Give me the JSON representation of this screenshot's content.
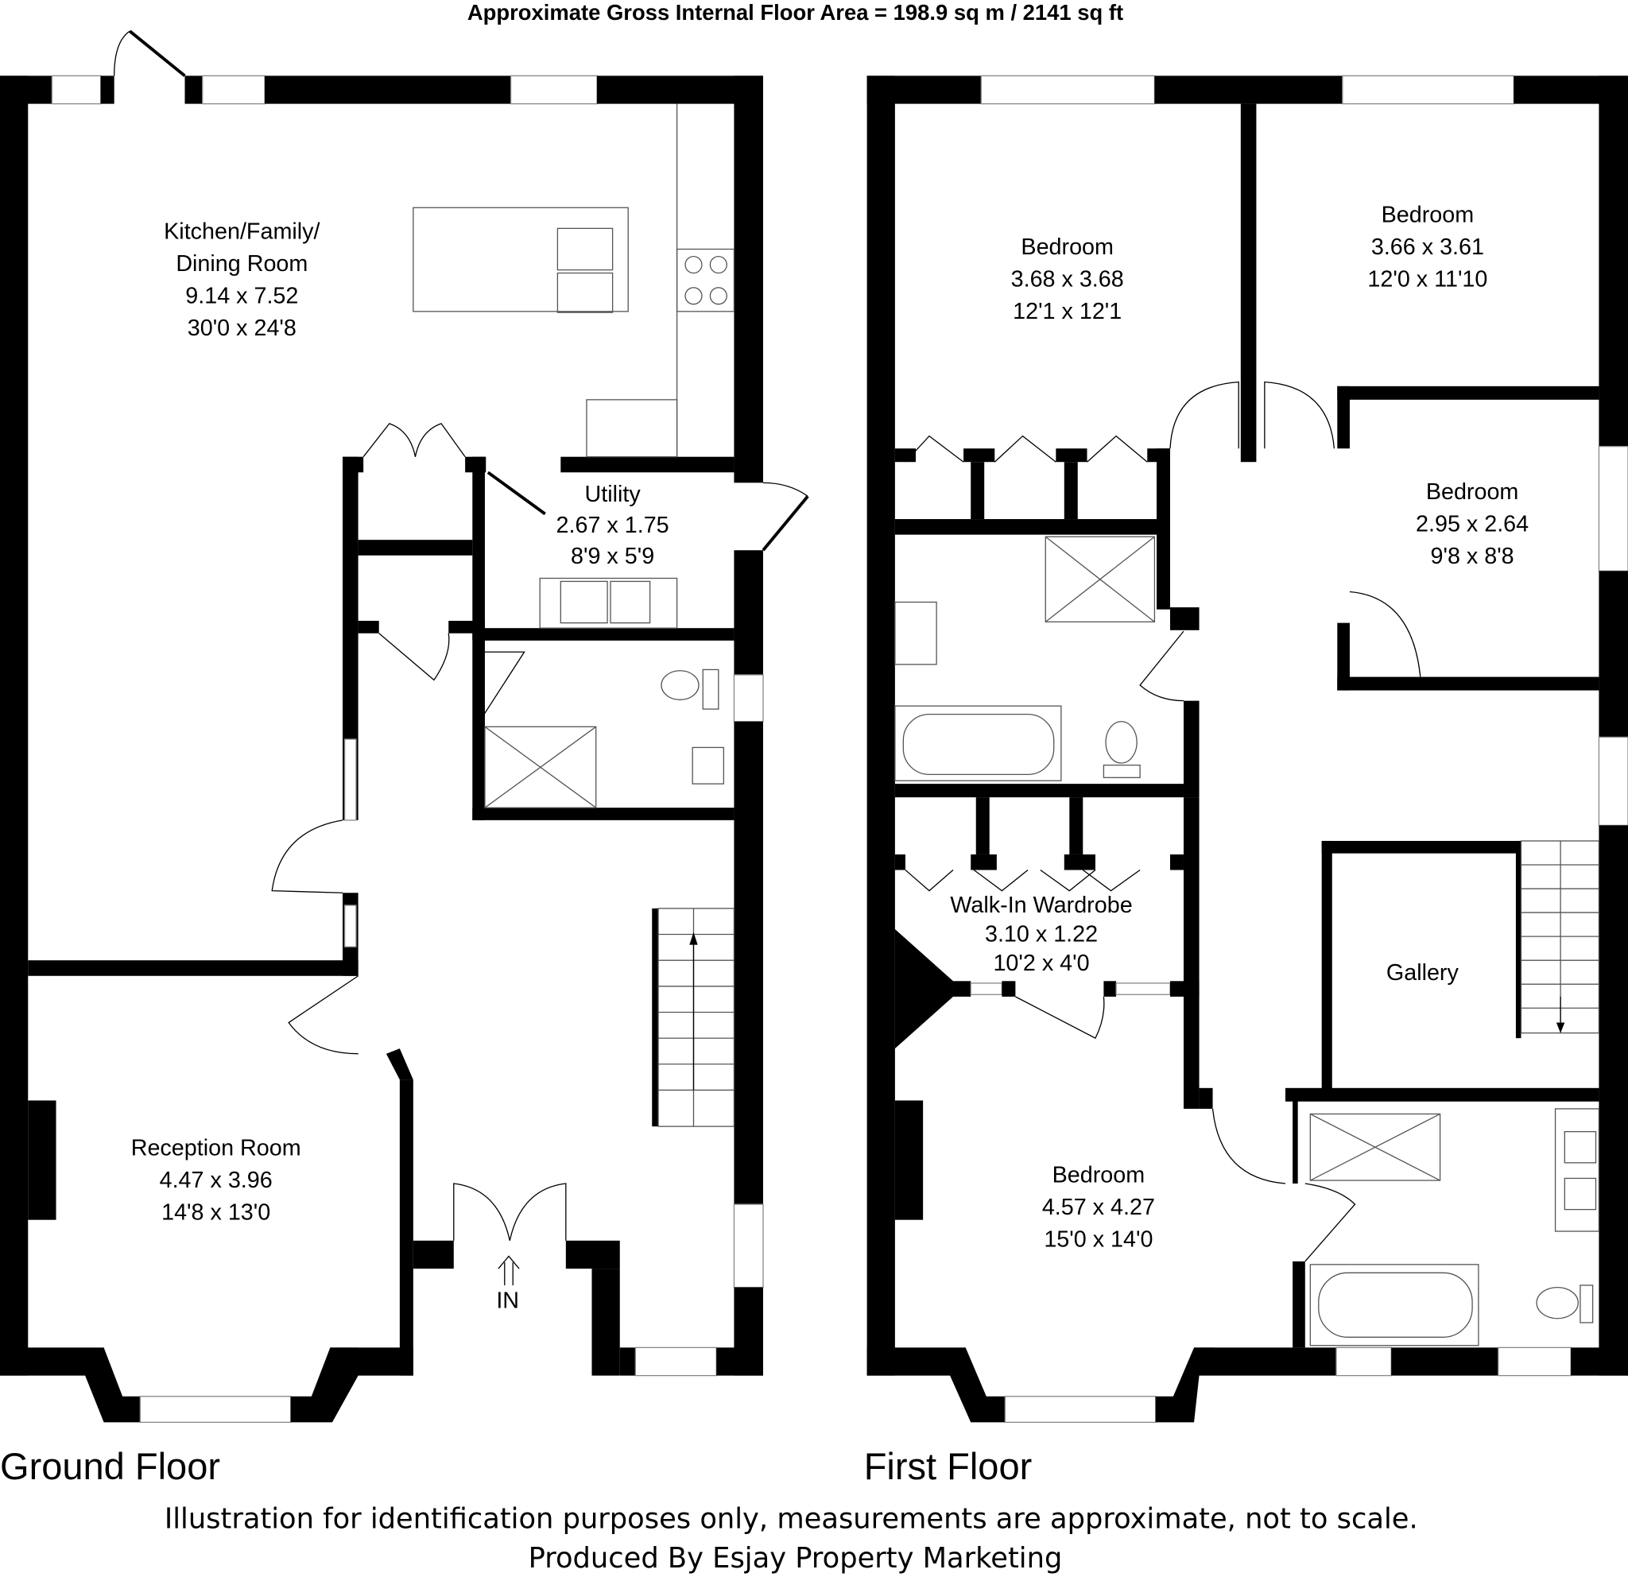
{
  "header": {
    "title": "Approximate Gross Internal Floor Area = 198.9 sq m / 2141 sq ft"
  },
  "ground_floor": {
    "name": "Ground Floor",
    "entrance_label": "IN",
    "rooms": [
      {
        "name_lines": [
          "Kitchen/Family/",
          "Dining Room"
        ],
        "metric": "9.14 x 7.52",
        "imperial": "30'0 x 24'8"
      },
      {
        "name_lines": [
          "Utility"
        ],
        "metric": "2.67 x 1.75",
        "imperial": "8'9 x 5'9"
      },
      {
        "name_lines": [
          "Reception Room"
        ],
        "metric": "4.47 x 3.96",
        "imperial": "14'8 x 13'0"
      }
    ]
  },
  "first_floor": {
    "name": "First Floor",
    "rooms": [
      {
        "name_lines": [
          "Bedroom"
        ],
        "metric": "3.68 x 3.68",
        "imperial": "12'1 x 12'1"
      },
      {
        "name_lines": [
          "Bedroom"
        ],
        "metric": "3.66 x 3.61",
        "imperial": "12'0 x 11'10"
      },
      {
        "name_lines": [
          "Bedroom"
        ],
        "metric": "2.95 x 2.64",
        "imperial": "9'8 x 8'8"
      },
      {
        "name_lines": [
          "Walk-In Wardrobe"
        ],
        "metric": "3.10 x 1.22",
        "imperial": "10'2 x 4'0"
      },
      {
        "name_lines": [
          "Gallery"
        ]
      },
      {
        "name_lines": [
          "Bedroom"
        ],
        "metric": "4.57 x 4.27",
        "imperial": "15'0 x 14'0"
      }
    ]
  },
  "footer": {
    "line1": "Illustration for identification purposes only, measurements are approximate, not to scale.",
    "line2": "Produced By Esjay Property Marketing"
  }
}
